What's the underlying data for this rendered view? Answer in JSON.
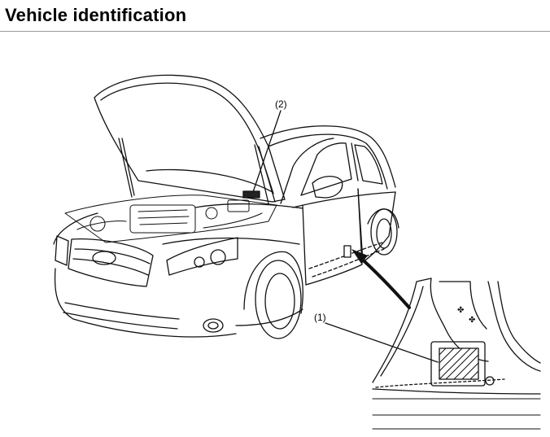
{
  "header": {
    "title": "Vehicle identification"
  },
  "figure": {
    "callout_1": "(1)",
    "callout_2": "(2)"
  }
}
